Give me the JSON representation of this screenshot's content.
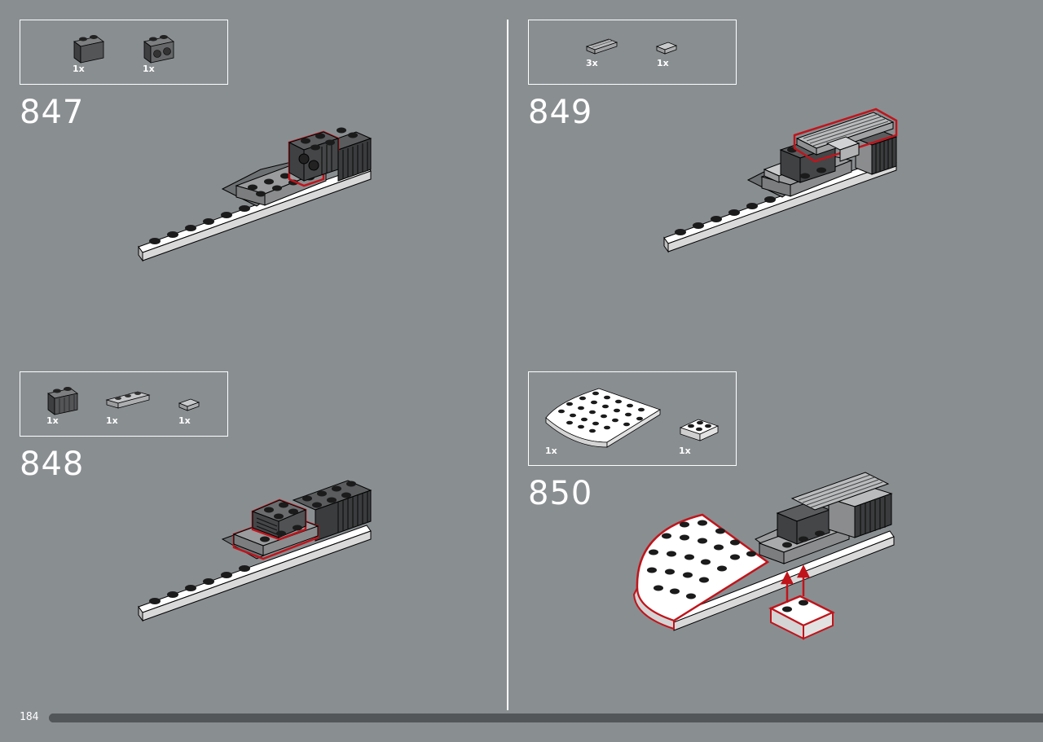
{
  "page": {
    "number": "184",
    "progress": 1.0
  },
  "steps": [
    {
      "number": "847",
      "parts": [
        {
          "qty": "1x",
          "icon": "brick-1x2-dark-grey-icon"
        },
        {
          "qty": "1x",
          "icon": "technic-brick-1x2-dark-grey-icon"
        }
      ]
    },
    {
      "number": "848",
      "parts": [
        {
          "qty": "1x",
          "icon": "brick-1x2-dark-grey-icon"
        },
        {
          "qty": "1x",
          "icon": "plate-1x3-light-grey-icon"
        },
        {
          "qty": "1x",
          "icon": "tile-1x1-light-grey-icon"
        }
      ]
    },
    {
      "number": "849",
      "parts": [
        {
          "qty": "3x",
          "icon": "grille-tile-1x2-light-grey-icon"
        },
        {
          "qty": "1x",
          "icon": "tile-1x1-light-grey-icon"
        }
      ]
    },
    {
      "number": "850",
      "parts": [
        {
          "qty": "1x",
          "icon": "quarter-round-plate-white-icon"
        },
        {
          "qty": "1x",
          "icon": "plate-2x2-white-icon"
        }
      ]
    }
  ],
  "colors": {
    "background": "#898e91",
    "highlight": "#c0141b",
    "white": "#ffffff",
    "progress": "#535659"
  }
}
